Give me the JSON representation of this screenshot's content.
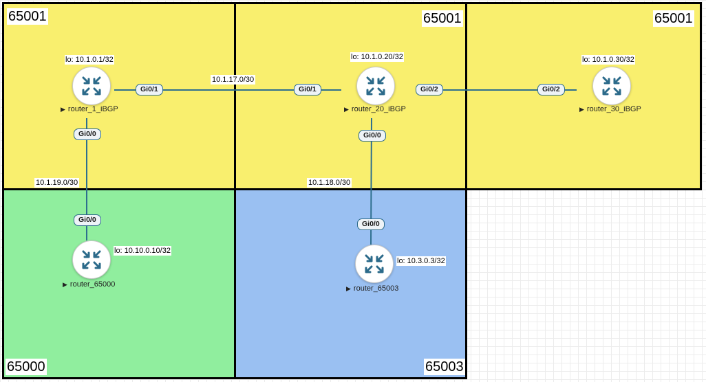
{
  "zones": {
    "as_65001_a": "65001",
    "as_65001_b": "65001",
    "as_65001_c": "65001",
    "as_65000": "65000",
    "as_65003": "65003"
  },
  "colors": {
    "as_65001": "#f9ef6e",
    "as_65000": "#90ee9e",
    "as_65003": "#9ac0f2",
    "link": "#2e6f8e",
    "router_icon": "#2b6a8a"
  },
  "routers": {
    "r1": {
      "name": "router_1_iBGP",
      "loopback": "lo: 10.1.0.1/32"
    },
    "r20": {
      "name": "router_20_iBGP",
      "loopback": "lo: 10.1.0.20/32"
    },
    "r30": {
      "name": "router_30_iBGP",
      "loopback": "lo: 10.1.0.30/32"
    },
    "r65000": {
      "name": "router_65000",
      "loopback": "lo: 10.10.0.10/32"
    },
    "r65003": {
      "name": "router_65003",
      "loopback": "lo: 10.3.0.3/32"
    }
  },
  "links": {
    "r1_r20": {
      "subnet": "10.1.17.0/30",
      "a_iface": "Gi0/1",
      "b_iface": "Gi0/1"
    },
    "r20_r30": {
      "a_iface": "Gi0/2",
      "b_iface": "Gi0/2"
    },
    "r1_r65000": {
      "subnet": "10.1.19.0/30",
      "a_iface": "Gi0/0",
      "b_iface": "Gi0/0"
    },
    "r20_r65003": {
      "subnet": "10.1.18.0/30",
      "a_iface": "Gi0/0",
      "b_iface": "Gi0/0"
    }
  },
  "icons": {
    "router": "router-arrows-icon",
    "expand": "triangle-right-icon"
  }
}
